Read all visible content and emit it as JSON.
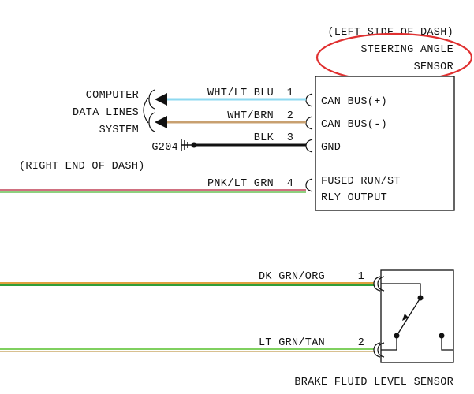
{
  "colors": {
    "wht_lt_blu": "#8ed9f0",
    "wht_brn": "#c8a070",
    "pnk_lt_grn": "#d07080",
    "pnk_lt_grn_2": "#8ed080",
    "dk_grn_org": "#2f9e3a",
    "dk_grn_org_2": "#e0a040",
    "lt_grn_tan": "#7fd05f",
    "lt_grn_tan_2": "#d8c090",
    "highlight": "#e03030",
    "ink": "#111111"
  },
  "steering_sensor": {
    "location": "(LEFT SIDE OF DASH)",
    "name_line1": "STEERING ANGLE",
    "name_line2": "SENSOR",
    "pins": [
      {
        "num": "1",
        "wire": "WHT/LT BLU",
        "label": "CAN BUS(+)"
      },
      {
        "num": "2",
        "wire": "WHT/BRN",
        "label": "CAN BUS(-)"
      },
      {
        "num": "3",
        "wire": "BLK",
        "label": "GND"
      },
      {
        "num": "4",
        "wire": "PNK/LT GRN",
        "label_line1": "FUSED RUN/ST",
        "label_line2": "RLY OUTPUT"
      }
    ]
  },
  "computer_data_lines": {
    "line1": "COMPUTER",
    "line2": "DATA LINES",
    "line3": "SYSTEM"
  },
  "ground": {
    "id": "G204",
    "location": "(RIGHT END OF DASH)"
  },
  "brake_sensor": {
    "name": "BRAKE FLUID LEVEL SENSOR",
    "pins": [
      {
        "num": "1",
        "wire": "DK GRN/ORG"
      },
      {
        "num": "2",
        "wire": "LT GRN/TAN"
      }
    ]
  }
}
